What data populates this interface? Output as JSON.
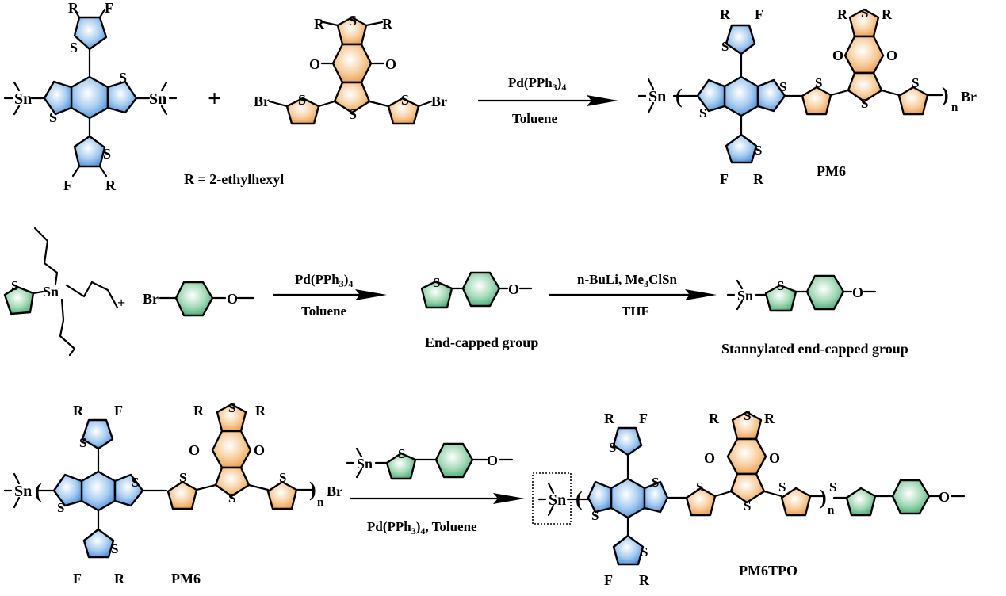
{
  "colors": {
    "donor_blue": "#4a90d9",
    "acceptor_orange": "#f0a050",
    "endcap_green": "#4caf7a"
  },
  "atoms": {
    "S": "S",
    "F": "F",
    "R": "R",
    "O": "O",
    "Sn": "Sn",
    "Br": "Br",
    "n": "n"
  },
  "row1": {
    "plus": "+",
    "r_definition": "R = 2-ethylhexyl",
    "arrow_above": "Pd(PPh",
    "arrow_above_sub": "3",
    "arrow_above_close": ")",
    "arrow_above_sub2": "4",
    "arrow_below": "Toluene",
    "product_label": "PM6"
  },
  "row2": {
    "plus": "+",
    "arrow1_above": "Pd(PPh",
    "arrow1_above_sub": "3",
    "arrow1_above_close": ")",
    "arrow1_above_sub2": "4",
    "arrow1_below": "Toluene",
    "intermediate_label": "End-capped group",
    "arrow2_above_a": "n-BuLi, Me",
    "arrow2_above_sub": "3",
    "arrow2_above_b": "ClSn",
    "arrow2_below": "THF",
    "product_label": "Stannylated end-capped group"
  },
  "row3": {
    "reactant_label": "PM6",
    "arrow_below_a": "Pd(PPh",
    "arrow_below_sub": "3",
    "arrow_below_b": ")",
    "arrow_below_sub2": "4",
    "arrow_below_c": ", Toluene",
    "product_label": "PM6TPO"
  }
}
